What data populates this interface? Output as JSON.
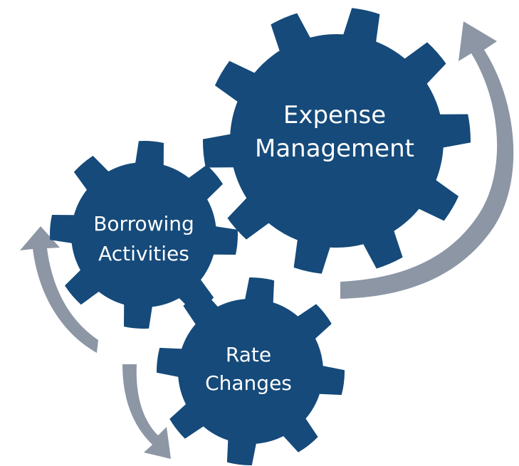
{
  "diagram": {
    "gears": [
      {
        "id": "expense",
        "label_lines": [
          "Expense",
          "Management"
        ]
      },
      {
        "id": "borrowing",
        "label_lines": [
          "Borrowing",
          "Activities"
        ]
      },
      {
        "id": "rate",
        "label_lines": [
          "Rate",
          "Changes"
        ]
      }
    ]
  },
  "colors": {
    "gear_fill": "#154a7a",
    "arrow_fill": "#8c96a5",
    "label_text": "#ffffff",
    "background": "#ffffff"
  }
}
